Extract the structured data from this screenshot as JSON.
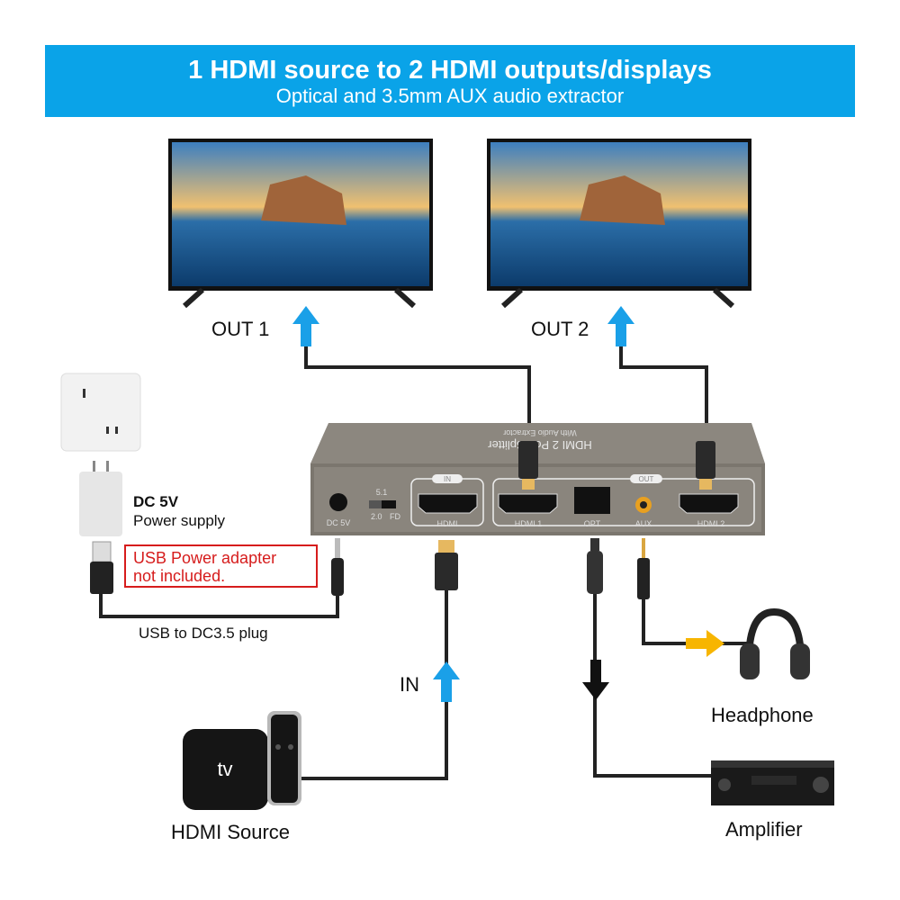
{
  "header": {
    "title": "1 HDMI source to 2 HDMI outputs/displays",
    "subtitle": "Optical and 3.5mm AUX audio extractor"
  },
  "outputs": [
    {
      "label": "OUT 1"
    },
    {
      "label": "OUT 2"
    }
  ],
  "power": {
    "title": "DC 5V",
    "subtitle": "Power supply",
    "note_line1": "USB Power adapter",
    "note_line2": "not included.",
    "cable": "USB to DC3.5 plug"
  },
  "input": {
    "label": "IN",
    "source": "HDMI Source",
    "source_logo": "tv"
  },
  "audio": {
    "headphone": "Headphone",
    "amplifier": "Amplifier"
  },
  "device": {
    "top_text": "HDMI 2 Port Splitter",
    "top_sub": "With Audio Extractor",
    "port_dc": "DC 5V",
    "switch_top": "5.1",
    "switch_left": "2.0",
    "switch_right": "FD",
    "group_in": "IN",
    "port_in": "HDMI",
    "group_out": "OUT",
    "port_hdmi1": "HDMI 1",
    "port_opt": "OPT",
    "port_aux": "AUX",
    "port_hdmi2": "HDMI 2"
  },
  "colors": {
    "banner": "#0aa3e8",
    "arrow_blue": "#1aa0e8",
    "arrow_orange": "#f7b500",
    "note_red": "#d61c1c"
  }
}
